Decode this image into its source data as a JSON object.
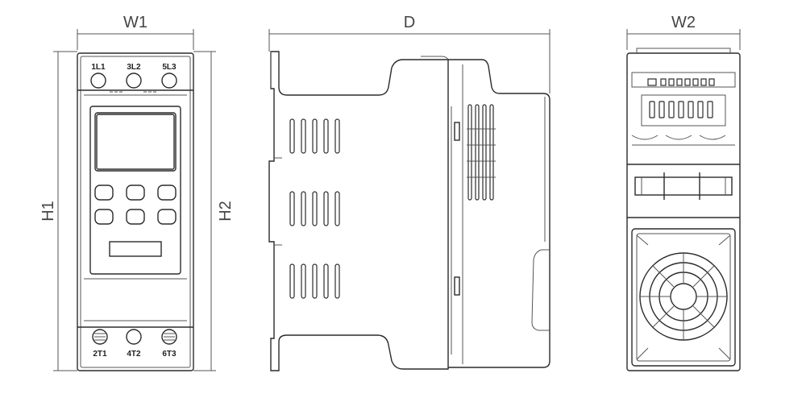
{
  "dimensions": {
    "w1": "W1",
    "h1": "H1",
    "h2": "H2",
    "d": "D",
    "w2": "W2"
  },
  "terminals": {
    "top": [
      "1L1",
      "3L2",
      "5L3"
    ],
    "bottom": [
      "2T1",
      "4T2",
      "6T3"
    ]
  }
}
